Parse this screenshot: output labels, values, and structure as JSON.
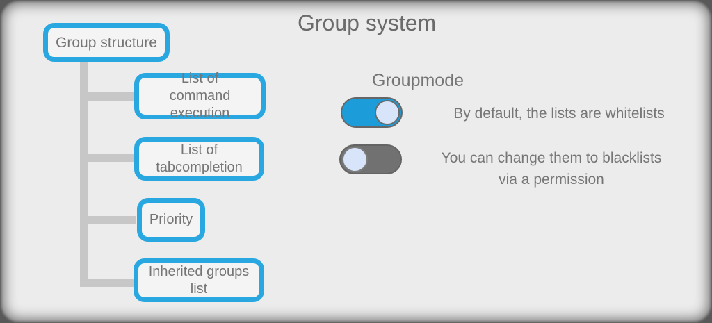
{
  "page": {
    "title": "Group system"
  },
  "tree": {
    "root": {
      "label": "Group structure"
    },
    "children": [
      {
        "line1": "List of",
        "line2": "command execution"
      },
      {
        "line1": "List of",
        "line2": "tabcompletion"
      },
      {
        "line1": "Priority",
        "line2": ""
      },
      {
        "line1": "Inherited groups",
        "line2": "list"
      }
    ]
  },
  "groupmode": {
    "heading": "Groupmode",
    "toggles": [
      {
        "state": "on",
        "line1": "By default, the lists are whitelists",
        "line2": ""
      },
      {
        "state": "off",
        "line1": "You can change them to blacklists",
        "line2": "via a permission"
      }
    ]
  },
  "colors": {
    "accent_blue": "#29A7E0",
    "toggle_on_track": "#1C9DD9",
    "toggle_off_track": "#717171",
    "toggle_knob": "#D8E4F9",
    "connector_gray": "#C7C7C7",
    "text_gray": "#757575",
    "panel_background": "#ECECEC"
  }
}
